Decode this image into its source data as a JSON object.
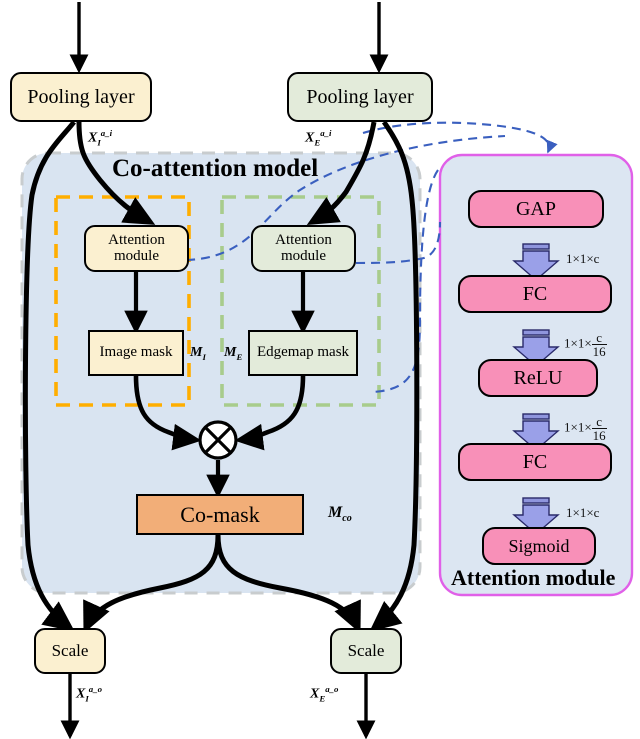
{
  "diagram": {
    "title": "Co-attention model",
    "panel_title": "Attention module"
  },
  "left_branch": {
    "pooling_label": "Pooling layer",
    "input_signal": "X",
    "input_sub": "I",
    "input_sup": "a_i",
    "attention_label": "Attention module",
    "mask_label": "Image mask",
    "mask_symbol": "M",
    "mask_symbol_sub": "I",
    "scale_label": "Scale",
    "output_signal": "X",
    "output_sub": "I",
    "output_sup": "a_o"
  },
  "right_branch": {
    "pooling_label": "Pooling layer",
    "input_signal": "X",
    "input_sub": "E",
    "input_sup": "a_i",
    "attention_label": "Attention module",
    "mask_label": "Edgemap mask",
    "mask_symbol": "M",
    "mask_symbol_sub": "E",
    "scale_label": "Scale",
    "output_signal": "X",
    "output_sub": "E",
    "output_sup": "a_o"
  },
  "fusion": {
    "operator": "⊗",
    "comask_label": "Co-mask",
    "comask_symbol": "M",
    "comask_symbol_sub": "co"
  },
  "attention_panel": {
    "stages": [
      {
        "name": "GAP"
      },
      {
        "name": "FC"
      },
      {
        "name": "ReLU"
      },
      {
        "name": "FC"
      },
      {
        "name": "Sigmoid"
      }
    ],
    "arrow_labels": [
      {
        "prefix": "1×1×",
        "value": "c",
        "is_fraction": false
      },
      {
        "prefix": "1×1×",
        "num": "c",
        "den": "16",
        "is_fraction": true
      },
      {
        "prefix": "1×1×",
        "num": "c",
        "den": "16",
        "is_fraction": true
      },
      {
        "prefix": "1×1×",
        "value": "c",
        "is_fraction": false
      }
    ]
  },
  "colors": {
    "image_fill": "#FBF0D0",
    "edge_fill": "#E3EBDA",
    "comask_fill": "#F2AE78",
    "pink_fill": "#F890B8",
    "panel_fill": "#DCE6F2",
    "panel_border": "#E060E8",
    "region_fill": "#D9E4F1",
    "region_border": "#C8CCCE",
    "image_dash": "#FFAE00",
    "edge_dash": "#A8CC8C",
    "link_dash": "#3A5FBF",
    "arrow_fill": "#9AA0E8",
    "stroke": "#000000"
  }
}
